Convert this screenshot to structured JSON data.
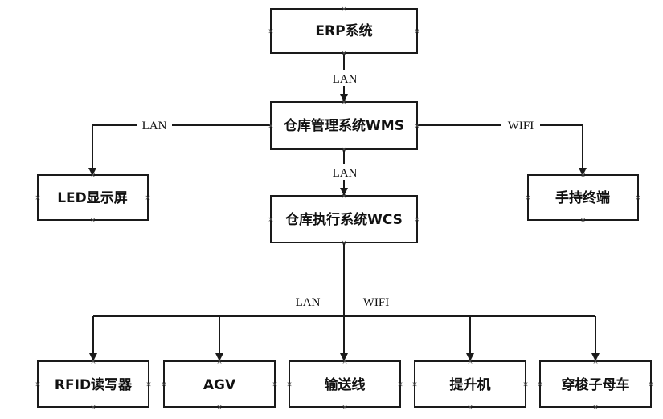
{
  "nodes": {
    "erp": "ERP系统",
    "wms": "仓库管理系统WMS",
    "led": "LED显示屏",
    "handheld": "手持终端",
    "wcs": "仓库执行系统WCS",
    "rfid": "RFID读写器",
    "agv": "AGV",
    "conveyor": "输送线",
    "lift": "提升机",
    "shuttle": "穿梭子母车"
  },
  "edges": {
    "erp_wms": "LAN",
    "wms_led": "LAN",
    "wms_handheld": "WIFI",
    "wms_wcs": "LAN",
    "wcs_lan": "LAN",
    "wcs_wifi": "WIFI"
  },
  "colors": {
    "line": "#1a1a1a",
    "box_fill": "#ffffff"
  }
}
